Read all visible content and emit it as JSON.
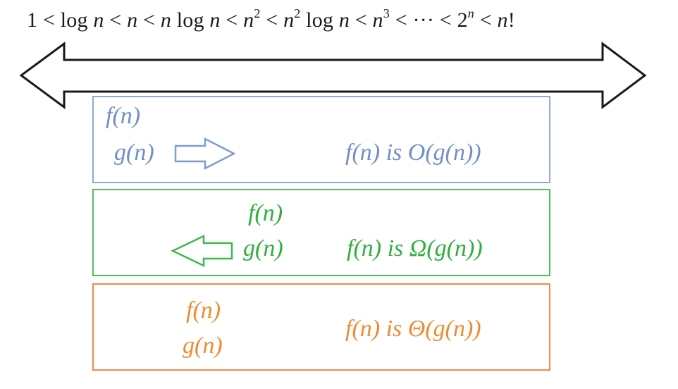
{
  "ordering": {
    "terms": [
      "1",
      "log n",
      "n",
      "n log n",
      "n^2",
      "n^2 log n",
      "n^3",
      "···",
      "2^n",
      "n!"
    ],
    "separator": "<",
    "parts": {
      "t1": "1",
      "lt": "<",
      "log": "log",
      "n": "n",
      "two": "2",
      "three": "3",
      "dots": "···",
      "bang": "!"
    }
  },
  "double_arrow": {
    "stroke": "#1a1a1a",
    "fill": "#ffffff"
  },
  "boxes": [
    {
      "id": "big-o",
      "color": "#6f8fc6",
      "border": "#8fa9d4",
      "f_label": "f(n)",
      "g_label": "g(n)",
      "arrow_direction": "right",
      "statement": "f(n) is O(g(n))"
    },
    {
      "id": "big-omega",
      "color": "#2fae3c",
      "border": "#4fbf5a",
      "f_label": "f(n)",
      "g_label": "g(n)",
      "arrow_direction": "left",
      "statement": "f(n) is  Ω(g(n))"
    },
    {
      "id": "big-theta",
      "color": "#f08a2e",
      "border": "#f2894a",
      "f_label": "f(n)",
      "g_label": "g(n)",
      "arrow_direction": "none",
      "statement": "f(n) is Θ(g(n))"
    }
  ]
}
